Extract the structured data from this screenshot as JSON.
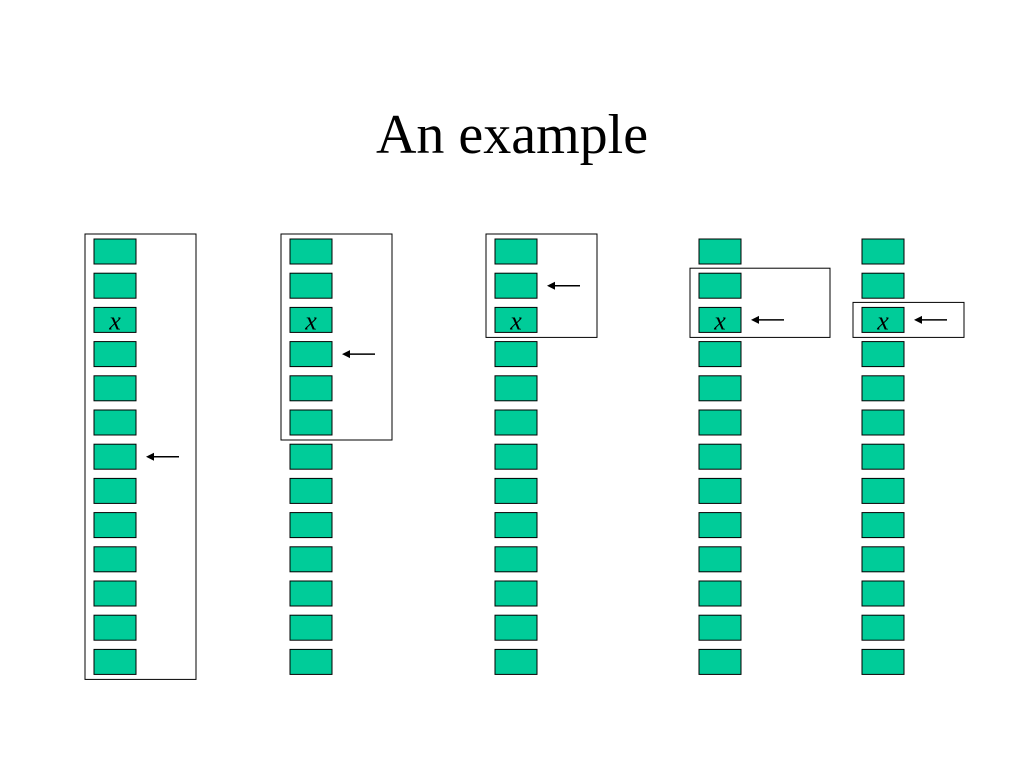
{
  "slide": {
    "title": "An example"
  },
  "diagram": {
    "cell_color": "#00cc99",
    "cell_border_color": "#000000",
    "window_border_color": "#000000",
    "arrow_color": "#000000",
    "cells_per_column": 13,
    "target_label": "x",
    "target_index": 2,
    "columns": [
      {
        "window_start": 0,
        "window_end": 12,
        "pointer_index": 6
      },
      {
        "window_start": 0,
        "window_end": 5,
        "pointer_index": 3
      },
      {
        "window_start": 0,
        "window_end": 2,
        "pointer_index": 1
      },
      {
        "window_start": 1,
        "window_end": 2,
        "pointer_index": 2
      },
      {
        "window_start": 2,
        "window_end": 2,
        "pointer_index": 2
      }
    ]
  }
}
